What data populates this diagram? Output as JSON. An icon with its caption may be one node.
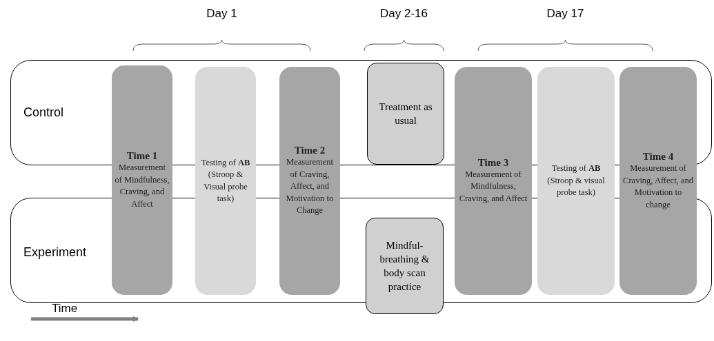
{
  "diagram": {
    "nodes": [
      {
        "text": [
          "Control"
        ]
      },
      {
        "text": [
          "Experiment"
        ]
      },
      {
        "text": [
          "Time 1",
          "Measurement of Mindfulness, Craving, and Affect"
        ]
      },
      {
        "text": [
          "Testing of **AB** (Stroop & Visual probe task)"
        ]
      },
      {
        "text": [
          "Time 2",
          "Measurement of Craving, Affect, and Motivation to Change"
        ]
      },
      {
        "text": [
          "Treatment as usual"
        ],
        "in": 0
      },
      {
        "text": [
          "Mindful-breathing & body scan practice"
        ],
        "in": 1
      },
      {
        "text": [
          "Time 3",
          "Measurement of Mindfulness, Craving, and Affect"
        ]
      },
      {
        "text": [
          "Testing of **AB** (Stroop & visual probe task)"
        ]
      },
      {
        "text": [
          "Time 4",
          "Measurement of Craving, Affect, and Motivation to change"
        ]
      }
    ],
    "edges": [],
    "labels": [
      "Day 1",
      "Day 2-16",
      "Day 17",
      "Time"
    ]
  }
}
